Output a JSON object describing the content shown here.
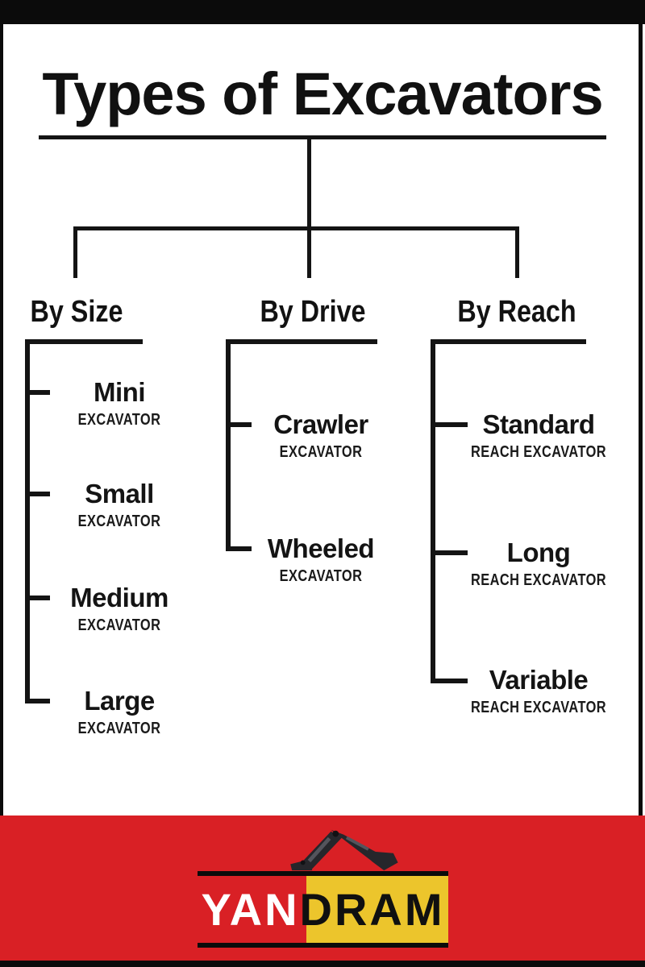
{
  "title": "Types of Excavators",
  "tree": {
    "branches": [
      {
        "label": "By Size",
        "items": [
          {
            "name": "Mini",
            "sub": "EXCAVATOR"
          },
          {
            "name": "Small",
            "sub": "EXCAVATOR"
          },
          {
            "name": "Medium",
            "sub": "EXCAVATOR"
          },
          {
            "name": "Large",
            "sub": "EXCAVATOR"
          }
        ]
      },
      {
        "label": "By Drive",
        "items": [
          {
            "name": "Crawler",
            "sub": "EXCAVATOR"
          },
          {
            "name": "Wheeled",
            "sub": "EXCAVATOR"
          }
        ]
      },
      {
        "label": "By Reach",
        "items": [
          {
            "name": "Standard",
            "sub": "REACH EXCAVATOR"
          },
          {
            "name": "Long",
            "sub": "REACH EXCAVATOR"
          },
          {
            "name": "Variable",
            "sub": "REACH EXCAVATOR"
          }
        ]
      }
    ]
  },
  "footer": {
    "brand": "YANDRAM",
    "brand_left": "YAN",
    "brand_right": "DRAM"
  },
  "colors": {
    "frame_black": "#0b0b0b",
    "line_black": "#141414",
    "band_red": "#d92025",
    "logo_yellow": "#ecc52c",
    "brand_left_text": "#ffffff",
    "brand_right_text": "#101010",
    "arm_dark": "#26262b",
    "arm_light": "#54545c"
  }
}
